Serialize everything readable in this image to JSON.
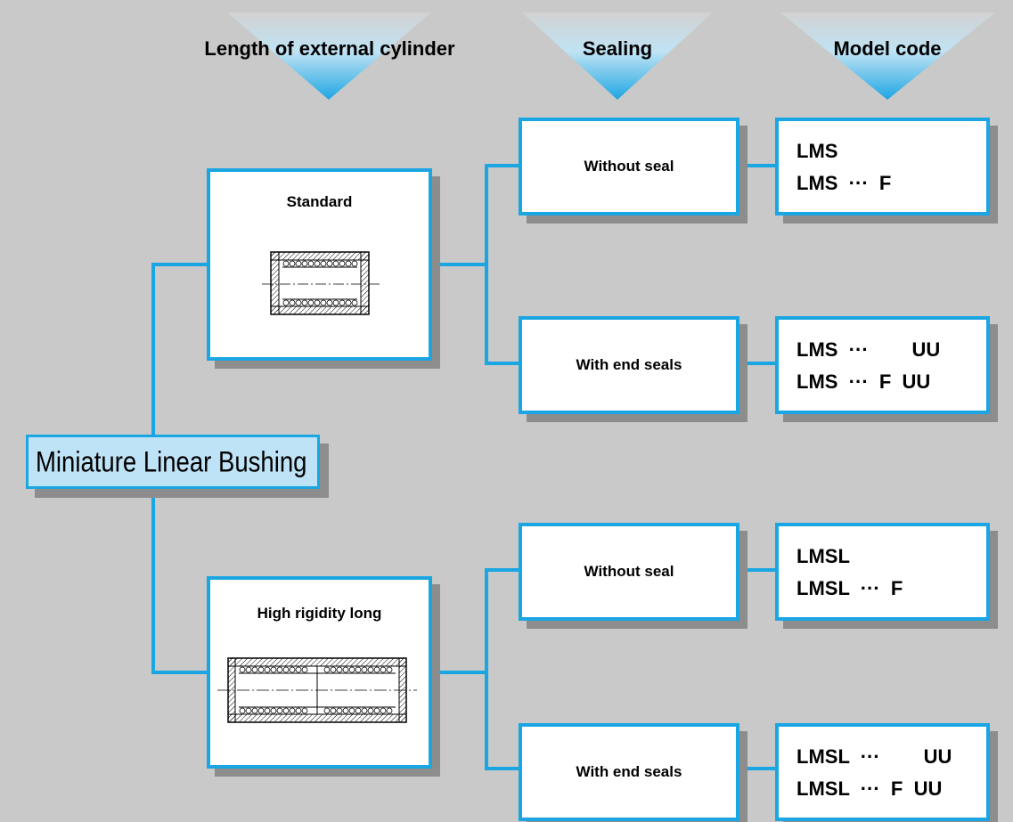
{
  "headers": {
    "length": "Length of external cylinder",
    "sealing": "Sealing",
    "model_code": "Model code"
  },
  "root_label": "Miniature Linear Bushing",
  "categories": {
    "standard": "Standard",
    "long": "High rigidity long"
  },
  "sealing": {
    "standard_without": "Without seal",
    "standard_with": "With end seals",
    "long_without": "Without seal",
    "long_with": "With end seals"
  },
  "codes": {
    "standard_without": [
      "LMS",
      "LMS  ···  F"
    ],
    "standard_with": [
      "LMS  ···        UU",
      "LMS  ···  F  UU"
    ],
    "long_without": [
      "LMSL",
      "LMSL  ···  F"
    ],
    "long_with": [
      "LMSL  ···        UU",
      "LMSL  ···  F  UU"
    ]
  },
  "colors": {
    "background": "#c9c9c9",
    "accent": "#19a6e3",
    "root_fill": "#bfe3f6",
    "shadow": "#8d8d8d"
  }
}
